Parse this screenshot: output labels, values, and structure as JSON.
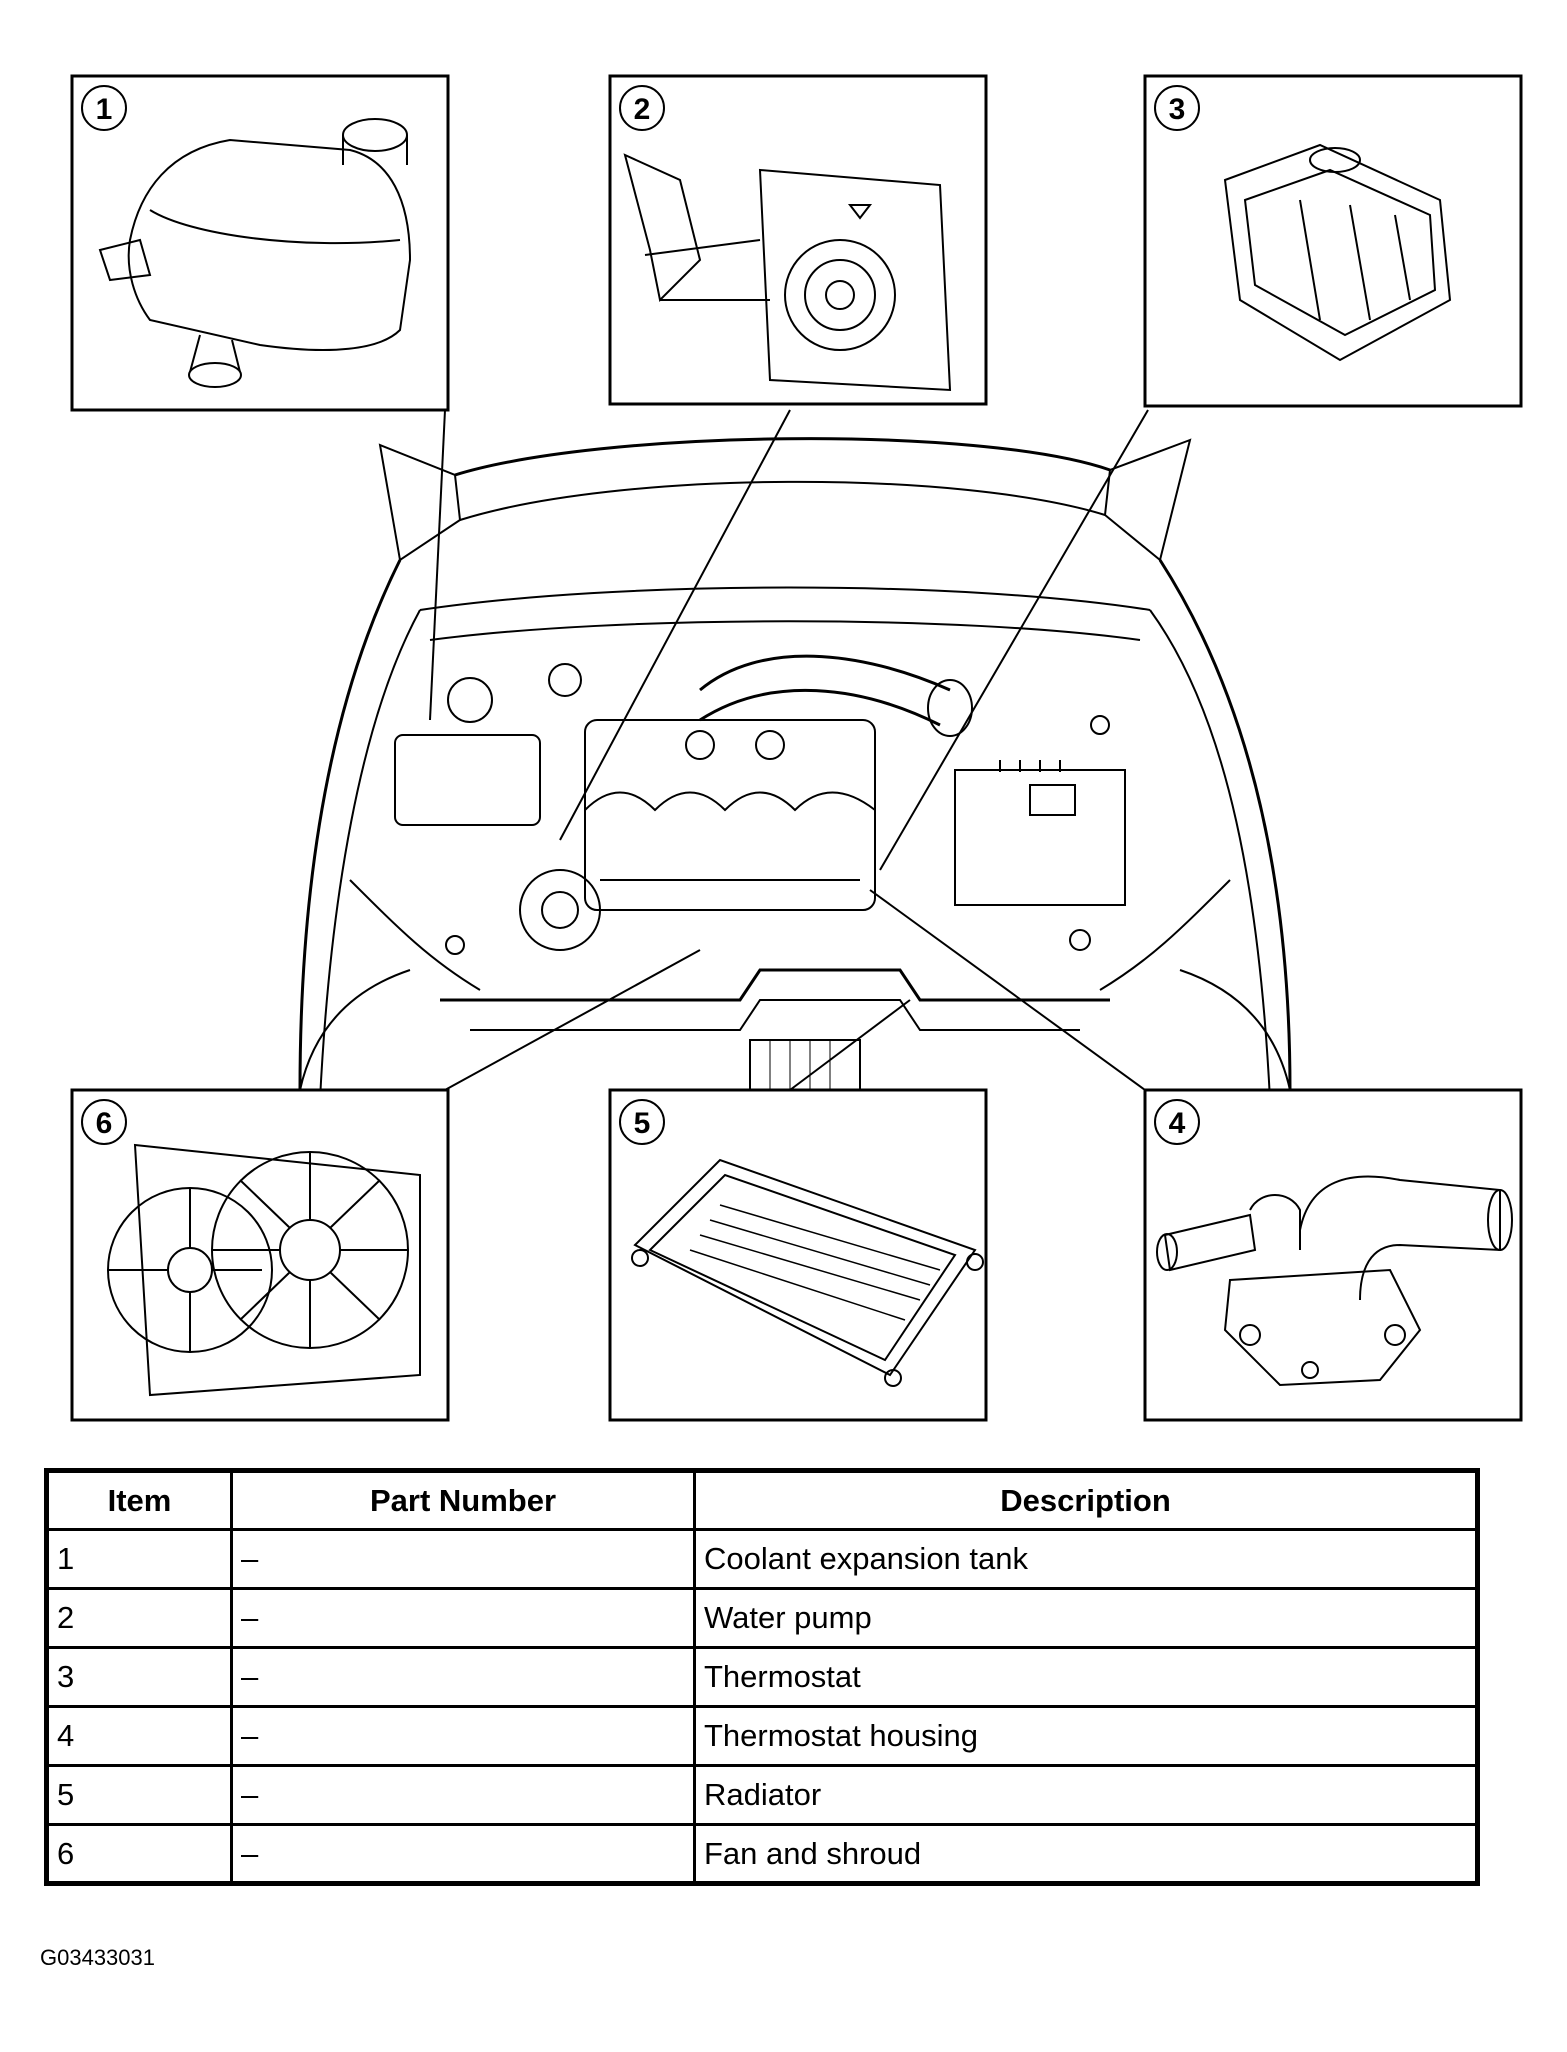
{
  "panels": [
    {
      "number": "1",
      "icon": "coolant-expansion-tank-icon"
    },
    {
      "number": "2",
      "icon": "water-pump-icon"
    },
    {
      "number": "3",
      "icon": "thermostat-icon"
    },
    {
      "number": "4",
      "icon": "thermostat-housing-icon"
    },
    {
      "number": "5",
      "icon": "radiator-icon"
    },
    {
      "number": "6",
      "icon": "fan-and-shroud-icon"
    }
  ],
  "table": {
    "headers": [
      "Item",
      "Part Number",
      "Description"
    ],
    "rows": [
      {
        "item": "1",
        "part_number": "–",
        "description": "Coolant expansion tank"
      },
      {
        "item": "2",
        "part_number": "–",
        "description": "Water pump"
      },
      {
        "item": "3",
        "part_number": "–",
        "description": "Thermostat"
      },
      {
        "item": "4",
        "part_number": "–",
        "description": "Thermostat housing"
      },
      {
        "item": "5",
        "part_number": "–",
        "description": "Radiator"
      },
      {
        "item": "6",
        "part_number": "–",
        "description": "Fan and shroud"
      }
    ]
  },
  "figure_id": "G03433031"
}
